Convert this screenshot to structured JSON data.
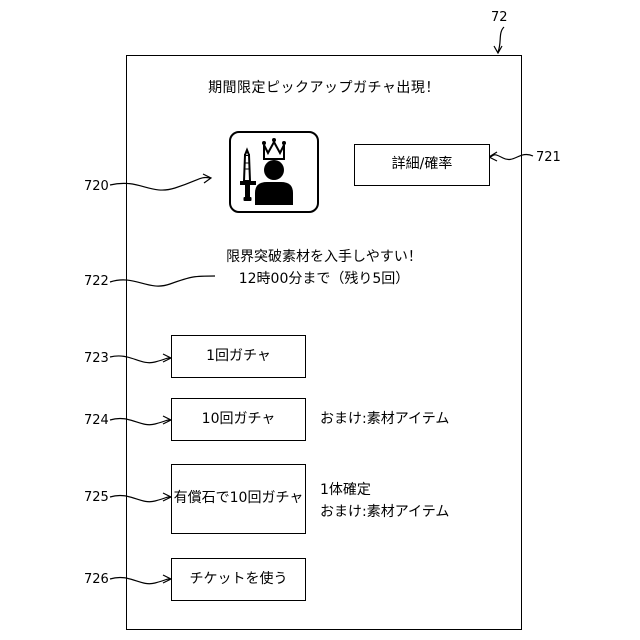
{
  "refs": {
    "device": "72",
    "icon": "720",
    "details": "721",
    "info": "722",
    "single": "723",
    "ten": "724",
    "paid": "725",
    "ticket": "726"
  },
  "screen": {
    "title": "期間限定ピックアップガチャ出現！",
    "details_button": "詳細/確率",
    "info_line1": "限界突破素材を入手しやすい！",
    "info_line2": "12時00分まで（残り5回）",
    "single_button": "1回ガチャ",
    "ten_button": "10回ガチャ",
    "ten_bonus": "おまけ:素材アイテム",
    "paid_button_line1": "有償石で10回",
    "paid_button_line2": "ガチャ",
    "paid_note_line1": "1体確定",
    "paid_note_line2": "おまけ:素材アイテム",
    "ticket_button": "チケットを使う"
  },
  "icon_name": "king-with-sword-icon"
}
